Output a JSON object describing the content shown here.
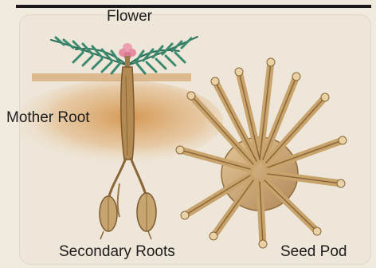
{
  "labels": {
    "flower": "Flower",
    "mother_root": "Mother Root",
    "secondary_roots": "Secondary Roots",
    "seed_pod": "Seed Pod"
  },
  "colors": {
    "background": "#f1eadf",
    "panel": "#eee6d8",
    "root": "#b38a52",
    "soil_glow": "#d79a4c",
    "foliage": "#2f7a64",
    "flower": "#e79aa6",
    "label_text": "#1d1d1d"
  }
}
